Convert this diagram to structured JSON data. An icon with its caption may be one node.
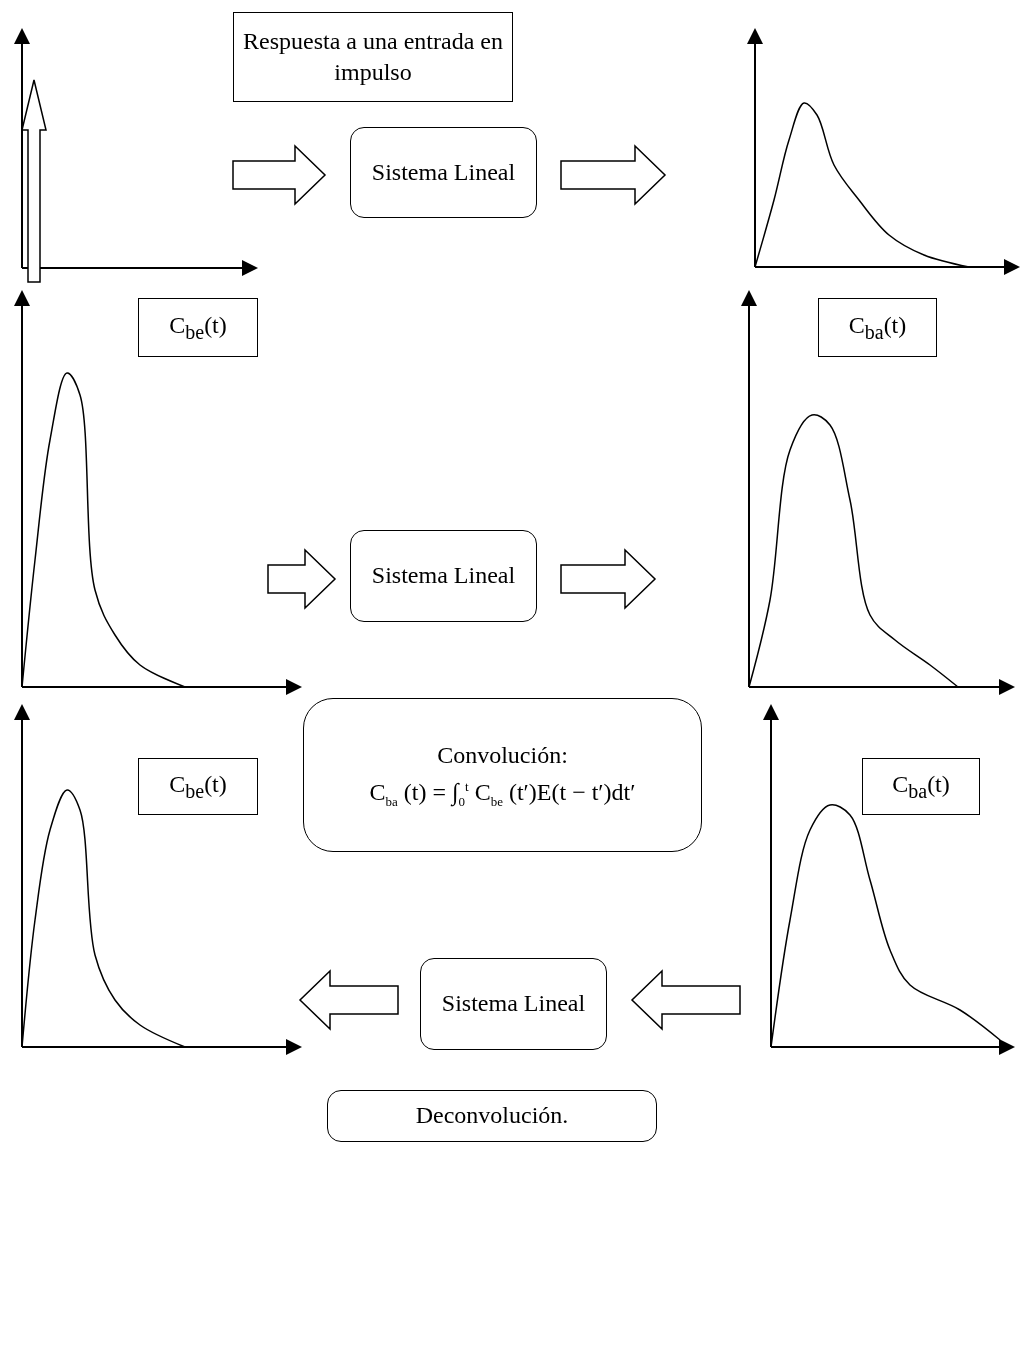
{
  "diagram": {
    "nodes": [
      {
        "text": [
          "Respuesta a una entrada en impulso"
        ]
      },
      {
        "text": [],
        "shape": "picture"
      },
      {
        "text": [
          "Sistema Lineal"
        ]
      },
      {
        "text": [],
        "shape": "picture"
      },
      {
        "text": [],
        "shape": "picture"
      },
      {
        "text": [
          "C$_{be}$(t)"
        ],
        "in": 4
      },
      {
        "text": [
          "Sistema Lineal"
        ]
      },
      {
        "text": [],
        "shape": "picture"
      },
      {
        "text": [
          "C$_{ba}$(t)"
        ],
        "in": 7
      },
      {
        "text": [
          "Convolución:",
          "C$_{ba}$ (t) = ∫$_{0}$$^{t}$ C$_{be}$ (t′)E(t − t′)dt′"
        ]
      },
      {
        "text": [],
        "shape": "picture"
      },
      {
        "text": [
          "C$_{be}$(t)"
        ],
        "in": 10
      },
      {
        "text": [
          "Sistema Lineal"
        ]
      },
      {
        "text": [],
        "shape": "picture"
      },
      {
        "text": [
          "C$_{ba}$(t)"
        ],
        "in": 13
      },
      {
        "text": [
          "Deconvolución."
        ]
      }
    ],
    "edges": [
      {
        "from": 1,
        "to": 2,
        "arrow": "to"
      },
      {
        "from": 2,
        "to": 3,
        "arrow": "to"
      },
      {
        "from": 4,
        "to": 6,
        "arrow": "to"
      },
      {
        "from": 6,
        "to": 7,
        "arrow": "to"
      },
      {
        "from": 13,
        "to": 12,
        "arrow": "to"
      },
      {
        "from": 12,
        "to": 10,
        "arrow": "to"
      }
    ]
  }
}
